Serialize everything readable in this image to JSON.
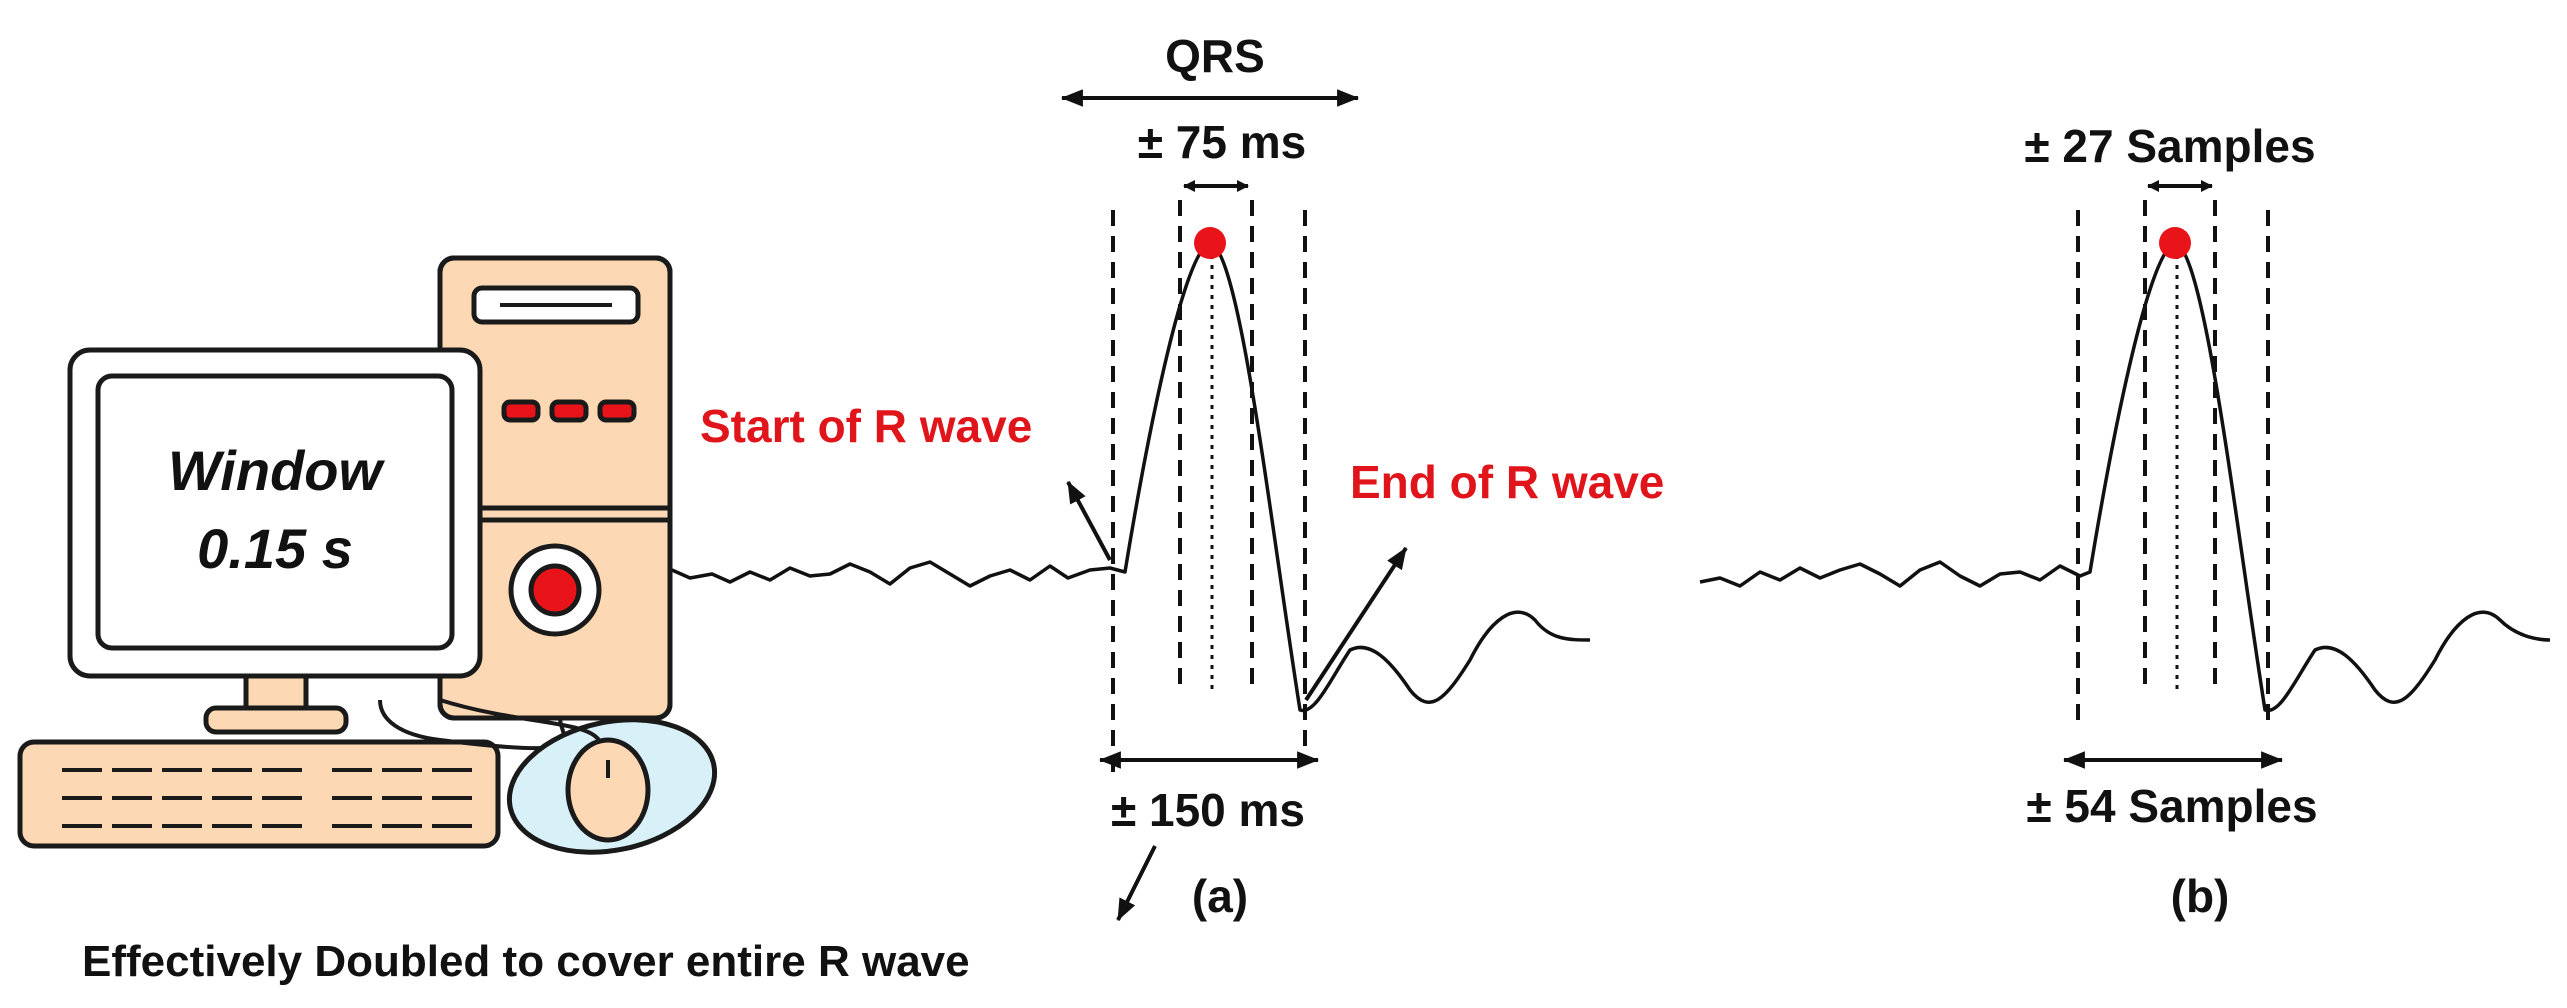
{
  "computer": {
    "screen_line1": "Window",
    "screen_line2": "0.15 s",
    "icons": [
      "monitor-icon",
      "computer-tower-icon",
      "keyboard-icon",
      "mouse-icon"
    ]
  },
  "panel_a": {
    "qrs_label": "QRS",
    "inner_label": "± 75 ms",
    "outer_label": "± 150 ms",
    "start_label": "Start of R wave",
    "end_label": "End of R wave",
    "panel_label": "(a)"
  },
  "panel_b": {
    "inner_label": "± 27 Samples",
    "outer_label": "± 54 Samples",
    "panel_label": "(b)"
  },
  "footer_note": "Effectively Doubled to cover entire R wave",
  "colors": {
    "annotation_red": "#e0151b",
    "peak_marker": "#e8141a",
    "computer_fill": "#fcd9b4",
    "computer_outline": "#1a1a1a",
    "mouse_pad": "#d8f0f8"
  }
}
